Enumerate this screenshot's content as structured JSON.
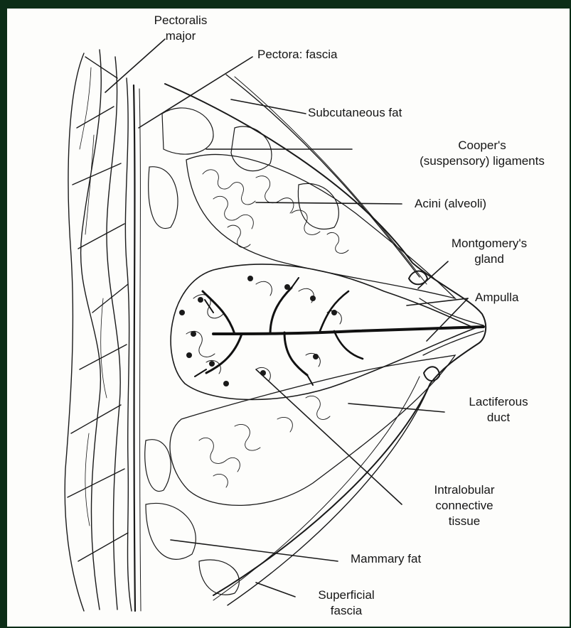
{
  "labels": {
    "pectoralis_major": [
      "Pectoralis",
      "major"
    ],
    "pectoral_fascia": "Pectora: fascia",
    "subcutaneous_fat": "Subcutaneous fat",
    "coopers_ligaments": [
      "Cooper's",
      "(suspensory) ligaments"
    ],
    "acini": "Acini (alveoli)",
    "montgomerys_gland": [
      "Montgomery's",
      "gland"
    ],
    "ampulla": "Ampulla",
    "lactiferous_duct": [
      "Lactiferous",
      "duct"
    ],
    "intralobular_tissue": [
      "Intralobular",
      "connective",
      "tissue"
    ],
    "mammary_fat": "Mammary fat",
    "superficial_fascia": [
      "Superficial",
      "fascia"
    ]
  },
  "colors": {
    "frame": "#0c2d17",
    "paper": "#fdfdfb",
    "ink": "#1a1a1a"
  }
}
